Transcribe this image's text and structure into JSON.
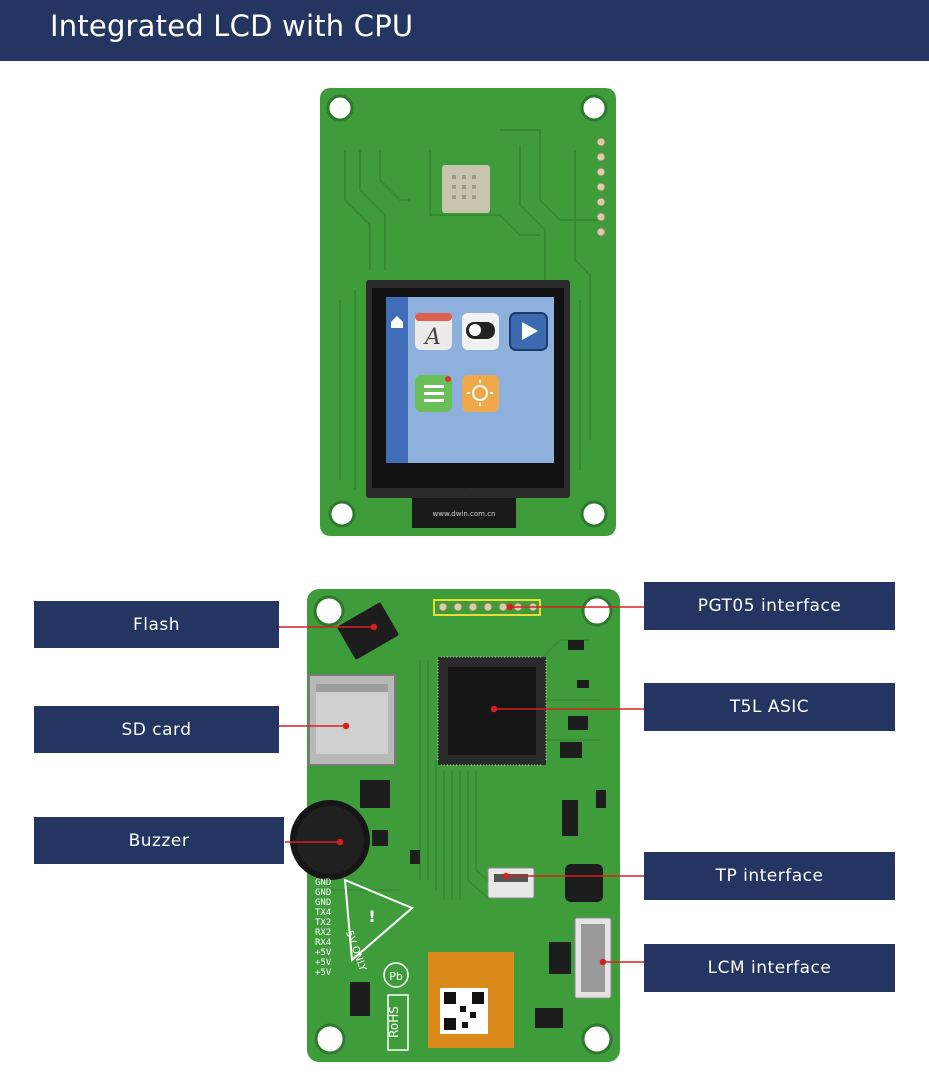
{
  "header": {
    "title": "Integrated LCD with CPU"
  },
  "colors": {
    "header_bg": "#233560",
    "pcb_green": "#3d9a3a",
    "screen_bg": "#8eb0dc",
    "callout_line": "#d62020"
  },
  "front_board": {
    "silkscreen_url": "www.dwin.com.cn",
    "screen_icons": [
      "home-icon",
      "font-app-icon",
      "toggle-app-icon",
      "play-app-icon",
      "list-app-icon",
      "brightness-app-icon"
    ]
  },
  "back_board": {
    "pin_labels": [
      "GND",
      "GND",
      "GND",
      "TX4",
      "TX2",
      "RX2",
      "RX4",
      "+5V",
      "+5V",
      "+5V"
    ],
    "warning_text": "5V ONLY",
    "rohs": "RoHS",
    "pb": "Pb"
  },
  "callouts": {
    "flash": "Flash",
    "sd_card": "SD card",
    "buzzer": "Buzzer",
    "pgt05": "PGT05 interface",
    "t5l": "T5L ASIC",
    "tp": "TP interface",
    "lcm": "LCM interface"
  }
}
